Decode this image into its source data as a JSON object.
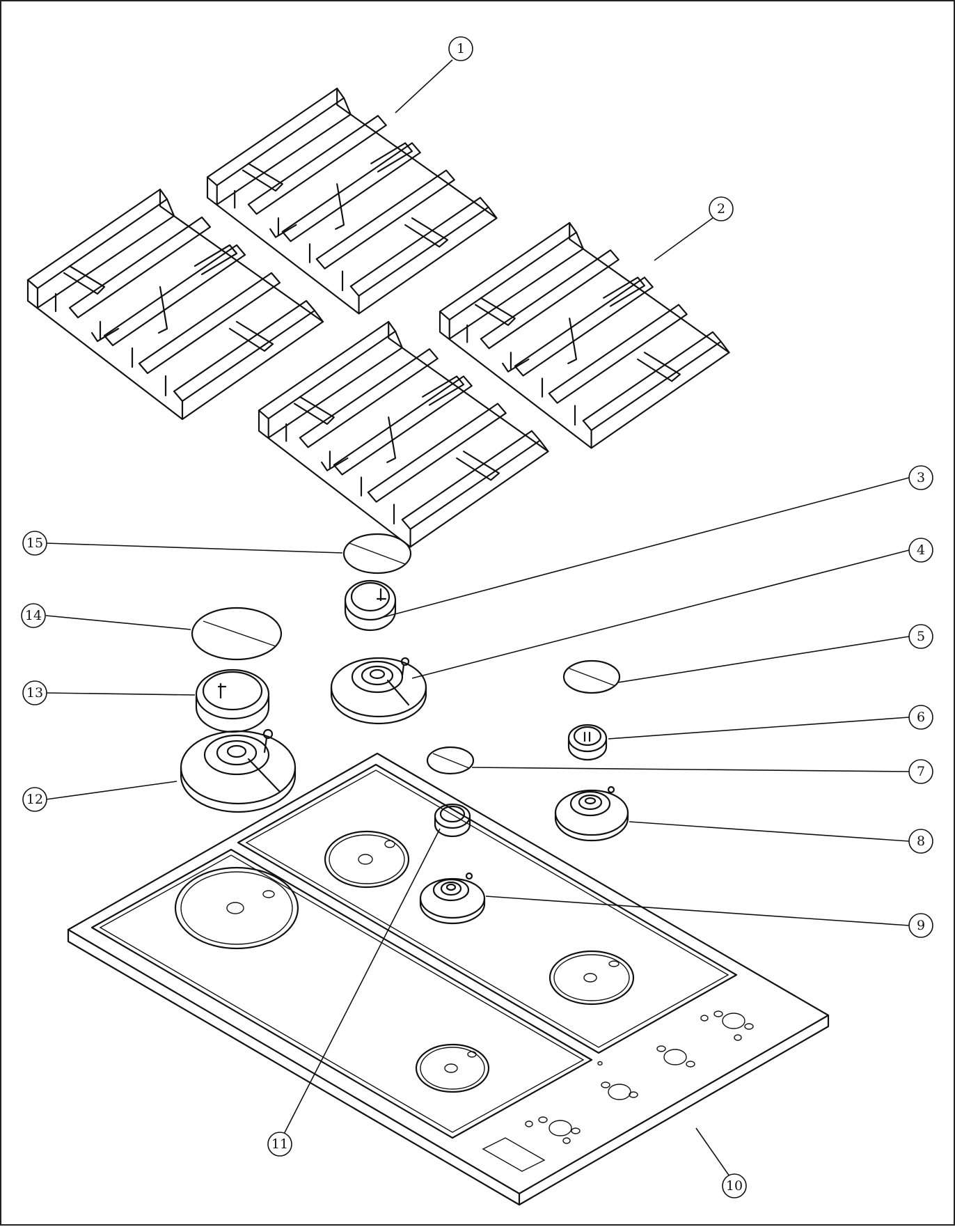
{
  "callouts": [
    {
      "number": "1",
      "part": "grate"
    },
    {
      "number": "2",
      "part": "grate"
    },
    {
      "number": "3",
      "part": "burner-ring"
    },
    {
      "number": "4",
      "part": "burner-base"
    },
    {
      "number": "5",
      "part": "burner-cap"
    },
    {
      "number": "6",
      "part": "burner-ring"
    },
    {
      "number": "7",
      "part": "burner-cap"
    },
    {
      "number": "8",
      "part": "burner-base"
    },
    {
      "number": "9",
      "part": "burner-base"
    },
    {
      "number": "10",
      "part": "cooktop-panel"
    },
    {
      "number": "11",
      "part": "burner-ring"
    },
    {
      "number": "12",
      "part": "burner-base"
    },
    {
      "number": "13",
      "part": "burner-ring"
    },
    {
      "number": "14",
      "part": "burner-cap"
    },
    {
      "number": "15",
      "part": "burner-cap"
    }
  ]
}
